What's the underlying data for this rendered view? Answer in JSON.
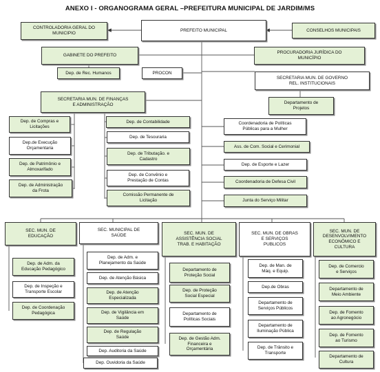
{
  "title": "ANEXO I - ORGANOGRAMA GERAL –PREFEITURA MUNICIPAL DE JARDIM/MS",
  "colors": {
    "green": "#e4f1d6",
    "white": "#ffffff",
    "border": "#333333"
  },
  "nodes": [
    {
      "id": "controladoria",
      "label": "CONTROLADORIA GERAL DO\nMUNICIPIO",
      "color": "green"
    },
    {
      "id": "prefeito",
      "label": "PREFEITO MUNICIPAL",
      "color": "white"
    },
    {
      "id": "conselhos",
      "label": "CONSELHOS MUNICIPAIS",
      "color": "green"
    },
    {
      "id": "gabinete",
      "label": "GABINETE DO PREFEITO",
      "color": "green"
    },
    {
      "id": "procuradoria",
      "label": "PROCURADORIA JURÍDICA DO\nMUNICÍPIO",
      "color": "green"
    },
    {
      "id": "rec-humanos",
      "label": "Dep. de Rec. Humanos",
      "color": "green"
    },
    {
      "id": "procon",
      "label": "PROCON",
      "color": "white"
    },
    {
      "id": "sec-governo",
      "label": "SECRETARIA MUN. DE GOVERNO\nREL. INSTITUCIONAIS",
      "color": "white"
    },
    {
      "id": "dep-projetos",
      "label": "Departamento de\nProjetos",
      "color": "green"
    },
    {
      "id": "sec-financas",
      "label": "SECRETARIA MUN. DE FINANÇAS\nE ADMINISTRAÇÃO",
      "color": "green"
    },
    {
      "id": "compras",
      "label": "Dep. de Compras e\nLicitações",
      "color": "green"
    },
    {
      "id": "exec-orc",
      "label": "Dep.de Execução\nOrçamentaria",
      "color": "white"
    },
    {
      "id": "patrimonio",
      "label": "Dep. de Patrimônio e\nAlmoxarifado",
      "color": "green"
    },
    {
      "id": "adm-frota",
      "label": "Dep. de Administração\nda Frota",
      "color": "green"
    },
    {
      "id": "contabilidade",
      "label": "Dep. de Contabilidade",
      "color": "green"
    },
    {
      "id": "tesouraria",
      "label": "Dep. de Tesouraria",
      "color": "white"
    },
    {
      "id": "tributacao",
      "label": "Dep. de Tributação. e\nCadastro",
      "color": "green"
    },
    {
      "id": "convenio",
      "label": "Dep. de Convênio e\nPrestação de Contas",
      "color": "white"
    },
    {
      "id": "comissao",
      "label": "Comissão Permanente de\nLicitação",
      "color": "green"
    },
    {
      "id": "coord-mulher",
      "label": "Coordenadoria de Políticas\nPúblicas para a Mulher",
      "color": "white"
    },
    {
      "id": "com-social",
      "label": "Ass. de Com. Social e Cerimonial",
      "color": "green"
    },
    {
      "id": "esporte",
      "label": "Dep. de Esporte e Lazer",
      "color": "white"
    },
    {
      "id": "defesa-civil",
      "label": "Coordenadoria de Defesa Civil",
      "color": "green"
    },
    {
      "id": "junta-militar",
      "label": "Junta do Serviço Militar",
      "color": "green"
    },
    {
      "id": "sec-educacao",
      "label": "SEC. MUN. DE\nEDUCAÇÃO",
      "color": "green"
    },
    {
      "id": "sec-saude",
      "label": "SEC. MUNICIPAL DE\nSAÚDE",
      "color": "white"
    },
    {
      "id": "sec-assistencia",
      "label": "SEC. MUN. DE\nASSISTÊNCIA SOCIAL\nTRAB. E HABITAÇÃO",
      "color": "green"
    },
    {
      "id": "sec-obras",
      "label": "SEC. MUN. DE OBRAS\nE SERVIÇOS\nPUBLICOS",
      "color": "white"
    },
    {
      "id": "sec-desenv",
      "label": "SEC. MUN. DE\nDESENVOLVIMENTO\nECONÔMICO E\nCULTURA",
      "color": "green"
    },
    {
      "id": "edu-pedagogico",
      "label": "Dep. de Adm. da\nEducação Pedagógico",
      "color": "green"
    },
    {
      "id": "edu-transporte",
      "label": "Dep. de Inspeção e\nTransporte Escolar",
      "color": "white"
    },
    {
      "id": "edu-coord",
      "label": "Dep. de Coordenação\nPedagógica",
      "color": "green"
    },
    {
      "id": "sau-adm",
      "label": "Dep. de Adm. e\nPlanejamento da Saúde",
      "color": "white"
    },
    {
      "id": "sau-basica",
      "label": "Dep. de Atenção Básica",
      "color": "white"
    },
    {
      "id": "sau-especializada",
      "label": "Dep. de Atenção\nEspecializada",
      "color": "green"
    },
    {
      "id": "sau-vigilancia",
      "label": "Dep. de Vigilância em\nSaúde",
      "color": "green"
    },
    {
      "id": "sau-regulacao",
      "label": "Dep. de Regulação\nSaúde",
      "color": "green"
    },
    {
      "id": "sau-auditoria",
      "label": "Dep. Auditoria da Saúde",
      "color": "white"
    },
    {
      "id": "sau-ouvidoria",
      "label": "Dep. Ouvidoria da Saúde",
      "color": "white"
    },
    {
      "id": "as-protecao",
      "label": "Departamento de\nProteção Social",
      "color": "green"
    },
    {
      "id": "as-especial",
      "label": "Dep. de Proteção\nSocial Especial",
      "color": "green"
    },
    {
      "id": "as-politicas",
      "label": "Departamento de\nPolíticas Sociais",
      "color": "white"
    },
    {
      "id": "as-gestao",
      "label": "Dep. de Gestão Adm.\nFinanceira e\nOrçamentária",
      "color": "green"
    },
    {
      "id": "ob-manutencao",
      "label": "Dep. de Man. de\nMáq. e Equip.",
      "color": "white"
    },
    {
      "id": "ob-obras",
      "label": "Dep.de Obras",
      "color": "white"
    },
    {
      "id": "ob-servicos",
      "label": "Departamento de\nServiços Públicos",
      "color": "white"
    },
    {
      "id": "ob-iluminacao",
      "label": "Departamento de\nIluminação Pública",
      "color": "white"
    },
    {
      "id": "ob-transito",
      "label": "Dep. de Trânsito e\nTransporte",
      "color": "white"
    },
    {
      "id": "de-comercio",
      "label": "Dep. de Comercio\ne Serviços",
      "color": "green"
    },
    {
      "id": "de-ambiente",
      "label": "Departamento de\nMeio Ambiente",
      "color": "green"
    },
    {
      "id": "de-agronegocio",
      "label": "Dep. de Fomento\nao Agronegócio",
      "color": "green"
    },
    {
      "id": "de-turismo",
      "label": "Dep. de Fomento\nao Turismo",
      "color": "green"
    },
    {
      "id": "de-cultura",
      "label": "Departamento de\nCultura",
      "color": "green"
    }
  ]
}
